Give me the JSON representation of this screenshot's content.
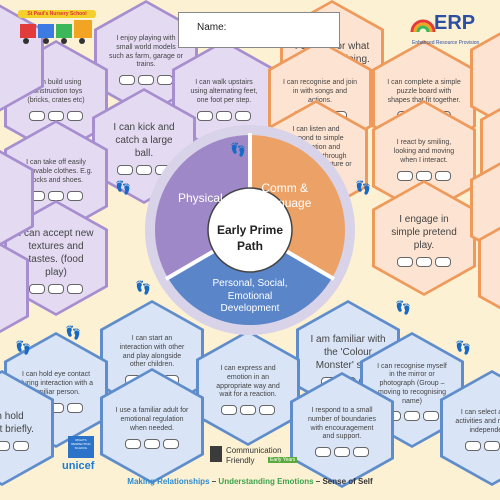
{
  "name_label": "Name:",
  "logo_erp": {
    "title": "ERP",
    "subtitle": "Enhanced Resource Provision"
  },
  "logo_school": "St Paul's Nursery School",
  "logo_comm": {
    "line1": "Communication",
    "line2": "Friendly",
    "badge": "Early Years"
  },
  "logo_unicef": "unicef",
  "logo_rights": "RIGHTS RESPECTING SCHOOL",
  "wheel": {
    "center_line1": "Early Prime",
    "center_line2": "Path",
    "physical": "Physical",
    "comm": "Comm &\nLanguage",
    "pse": "Personal, Social,\nEmotional\nDevelopment"
  },
  "footer": {
    "part1": "Making Relationships",
    "sep1": " – ",
    "part2": "Understanding Emotions",
    "sep2": " – ",
    "part3": "Sense of Self"
  },
  "hexes": [
    {
      "color": "p",
      "text": "I enjoy playing with small world models such as farm, garage or trains."
    },
    {
      "color": "p",
      "text": "I can build using construction toys (bricks, crates etc)"
    },
    {
      "color": "p",
      "text": "I can walk upstairs using alternating feet, one foot per step."
    },
    {
      "color": "p",
      "text": "I can kick and catch a large ball.",
      "big": true
    },
    {
      "color": "p",
      "text": "I can take off easily removable clothes. E.g. socks and shoes."
    },
    {
      "color": "p",
      "text": "I can accept new textures and tastes. (food play)",
      "big": true
    },
    {
      "color": "o",
      "text": "I can mirror what an adult is doing.",
      "big": true
    },
    {
      "color": "o",
      "text": "I can recognise and join in with songs and actions."
    },
    {
      "color": "o",
      "text": "I can complete a simple puzzle board with shapes that fit together."
    },
    {
      "color": "o",
      "text": "I can listen and respond to simple information and instructions through eye contact, gesture or vocally."
    },
    {
      "color": "o",
      "text": "I react by smiling, looking and moving when I interact."
    },
    {
      "color": "o",
      "text": "I engage in simple pretend play.",
      "big": true
    },
    {
      "color": "b",
      "text": "I can start an interaction with other and play alongside other children."
    },
    {
      "color": "b",
      "text": "I am familiar with the 'Colour Monster' story.",
      "big": true
    },
    {
      "color": "b",
      "text": "I can hold eye contact during interaction with a familiar person."
    },
    {
      "color": "b",
      "text": "I can express and emotion in an appropriate way and wait for a reaction."
    },
    {
      "color": "b",
      "text": "I can recognise myself in the mirror or photograph (Group – moving to recognising name)"
    },
    {
      "color": "b",
      "text": "I use a familiar adult for emotional regulation when needed."
    },
    {
      "color": "b",
      "text": "I respond to a small number of boundaries with encouragement and support."
    },
    {
      "color": "b",
      "text": "I can select and use activities and resources independently."
    },
    {
      "color": "b",
      "text": "I can hold contact briefly.",
      "big": true
    }
  ]
}
